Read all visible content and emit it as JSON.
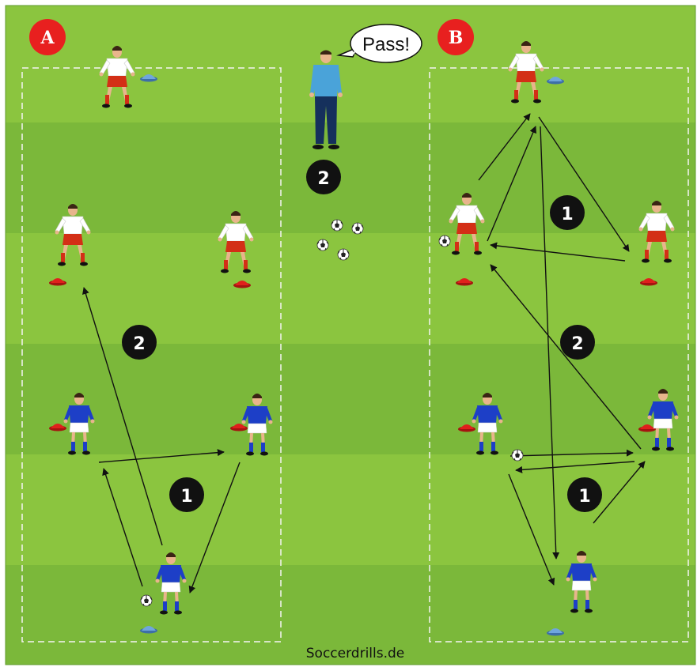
{
  "diagram": {
    "colors": {
      "stripe_light": "#8bc53f",
      "stripe_dark": "#7bb83a",
      "field_line": "#f4f4f4",
      "badge_red": "#e8201f",
      "attacker_shirt": "#1d3fc7",
      "defender_shirt": "#ffffff",
      "defender_shorts": "#d32f16",
      "coach_shirt": "#4aa3d9",
      "cone_red": "#e0201c",
      "cone_blue": "#6fa6de"
    },
    "panel_a": {
      "badge": "A",
      "step_one": "1",
      "step_two": "2"
    },
    "panel_b": {
      "badge": "B",
      "step_one": "1",
      "step_two": "2"
    },
    "coach": {
      "speech": "Pass!",
      "step_label": "2"
    },
    "credit": "Soccerdrills.de"
  }
}
